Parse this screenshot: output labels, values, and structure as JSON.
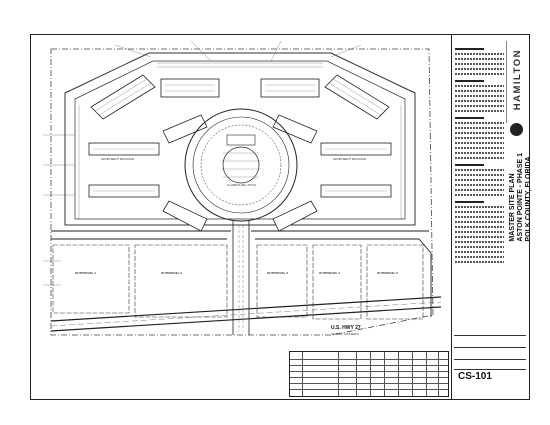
{
  "sheet": {
    "firm_name": "HAMILTON",
    "title_lines": [
      "MASTER SITE PLAN",
      "ASTON POINTE - PHASE 1",
      "POLK COUNTY, FLORIDA"
    ],
    "sheet_number": "CS-101"
  },
  "plan": {
    "road_name": "U.S. HWY 27",
    "road_note": "(SCENIC HIGHWAY)",
    "outparcels": [
      {
        "label": "OUTPARCEL 1"
      },
      {
        "label": "OUTPARCEL 2"
      },
      {
        "label": "OUTPARCEL 3"
      },
      {
        "label": "OUTPARCEL 4"
      },
      {
        "label": "OUTPARCEL 5"
      }
    ],
    "center_label": "CLUBHOUSE / POOL",
    "building_label": "APARTMENT BUILDING"
  }
}
